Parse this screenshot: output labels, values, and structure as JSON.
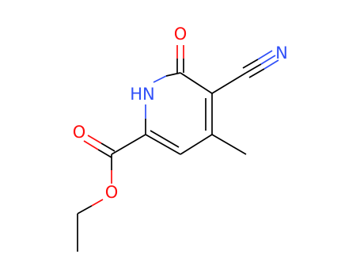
{
  "molecule": {
    "atoms": {
      "carbonyl_oxygen": "O",
      "ring_nitrogen": "HN",
      "nitrile_nitrogen": "N",
      "ester_carbonyl_oxygen": "O",
      "ester_ether_oxygen": "O"
    },
    "colors": {
      "carbon": "#000000",
      "oxygen": "#ff0d0d",
      "nitrogen": "#3050f8"
    }
  }
}
